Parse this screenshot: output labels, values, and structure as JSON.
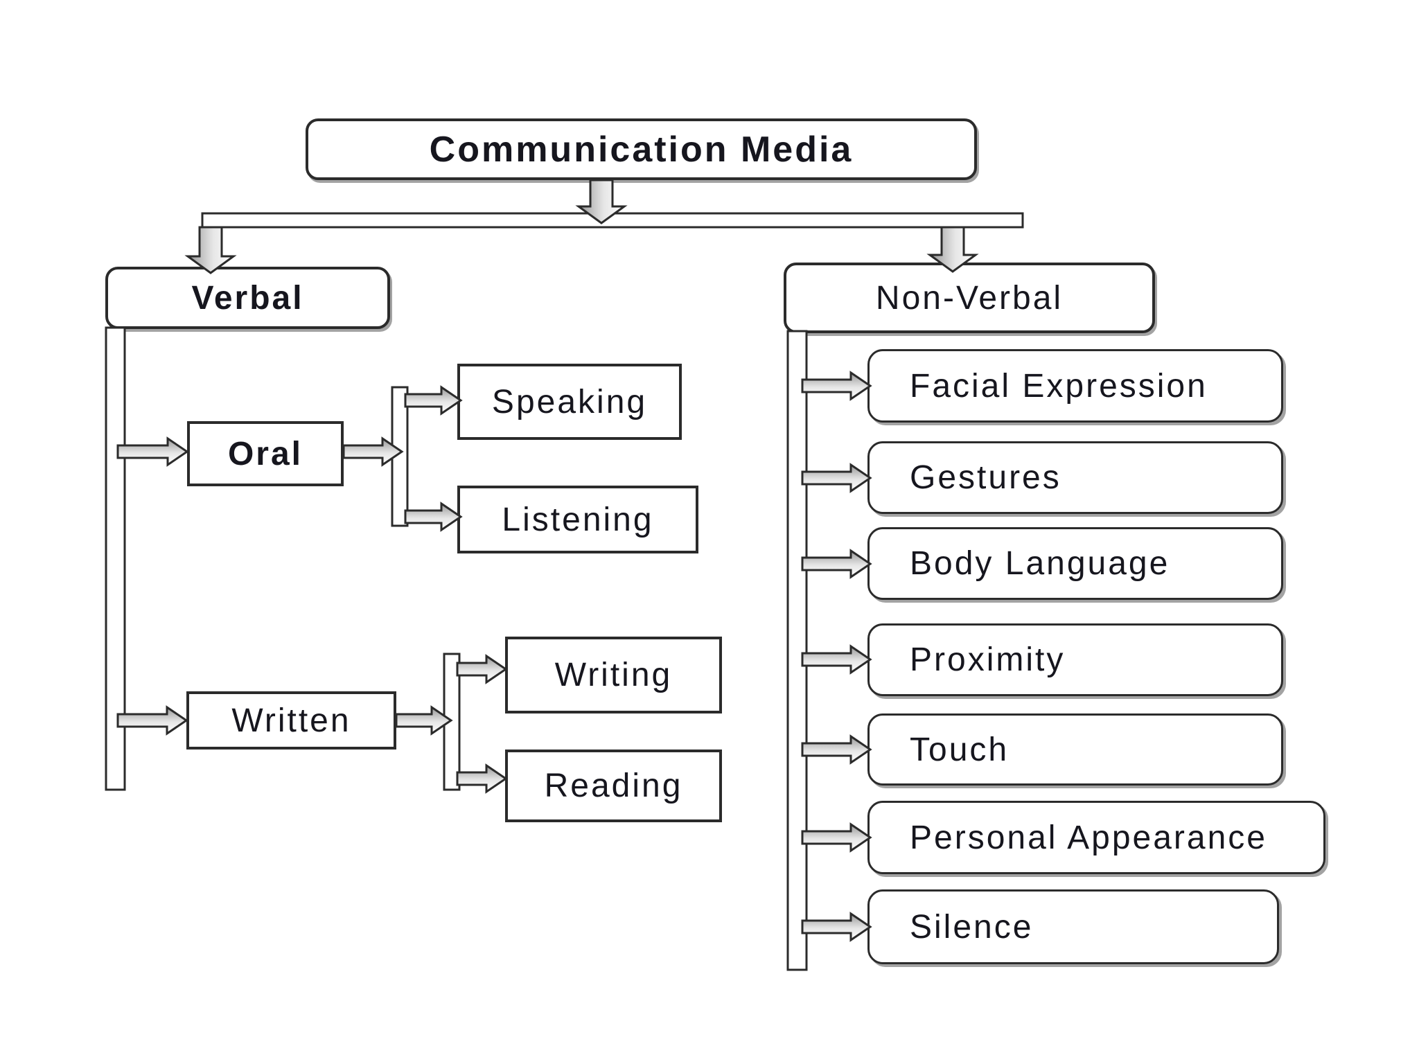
{
  "diagram": {
    "root_label": "Communication Media",
    "verbal": {
      "label": "Verbal",
      "oral": {
        "label": "Oral",
        "speaking": "Speaking",
        "listening": "Listening"
      },
      "written": {
        "label": "Written",
        "writing": "Writing",
        "reading": "Reading"
      }
    },
    "nonverbal": {
      "label": "Non-Verbal",
      "items": [
        "Facial Expression",
        "Gestures",
        "Body Language",
        "Proximity",
        "Touch",
        "Personal Appearance",
        "Silence"
      ]
    },
    "colors": {
      "background": "#ffffff",
      "line": "#2b2b2b",
      "text": "#16161e",
      "box_shadow": "#a3a3a3",
      "arrow_shade": "#969696"
    }
  }
}
